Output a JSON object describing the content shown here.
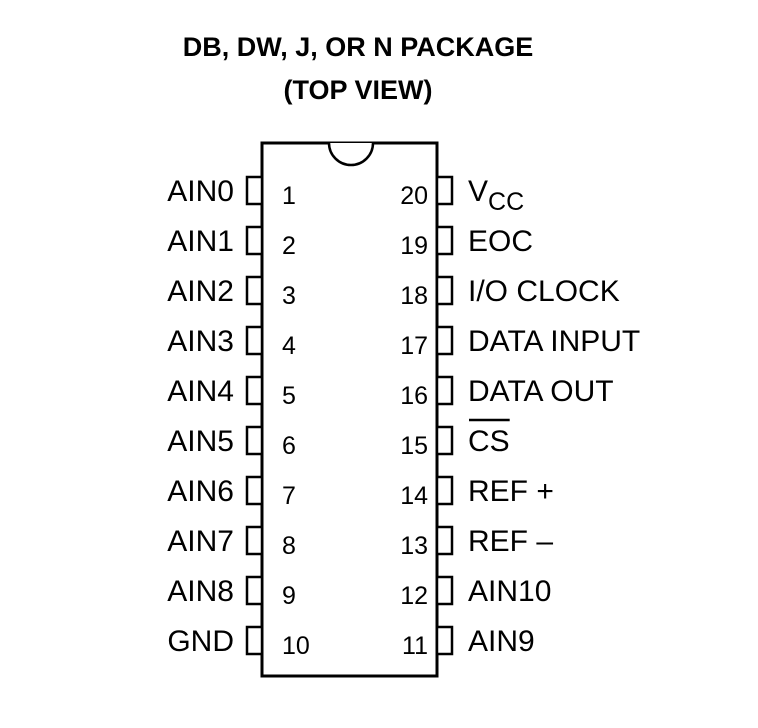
{
  "title": {
    "line1": "DB, DW, J, OR N PACKAGE",
    "line2": "(TOP VIEW)"
  },
  "left_pins": [
    {
      "number": "1",
      "name": "AIN0"
    },
    {
      "number": "2",
      "name": "AIN1"
    },
    {
      "number": "3",
      "name": "AIN2"
    },
    {
      "number": "4",
      "name": "AIN3"
    },
    {
      "number": "5",
      "name": "AIN4"
    },
    {
      "number": "6",
      "name": "AIN5"
    },
    {
      "number": "7",
      "name": "AIN6"
    },
    {
      "number": "8",
      "name": "AIN7"
    },
    {
      "number": "9",
      "name": "AIN8"
    },
    {
      "number": "10",
      "name": "GND"
    }
  ],
  "right_pins": [
    {
      "number": "20",
      "name": "V",
      "subscript": "CC"
    },
    {
      "number": "19",
      "name": "EOC"
    },
    {
      "number": "18",
      "name": "I/O CLOCK"
    },
    {
      "number": "17",
      "name": "DATA INPUT"
    },
    {
      "number": "16",
      "name": "DATA OUT"
    },
    {
      "number": "15",
      "name": "CS",
      "overline": true
    },
    {
      "number": "14",
      "name": "REF +"
    },
    {
      "number": "13",
      "name": "REF –"
    },
    {
      "number": "12",
      "name": "AIN10"
    },
    {
      "number": "11",
      "name": "AIN9"
    }
  ]
}
